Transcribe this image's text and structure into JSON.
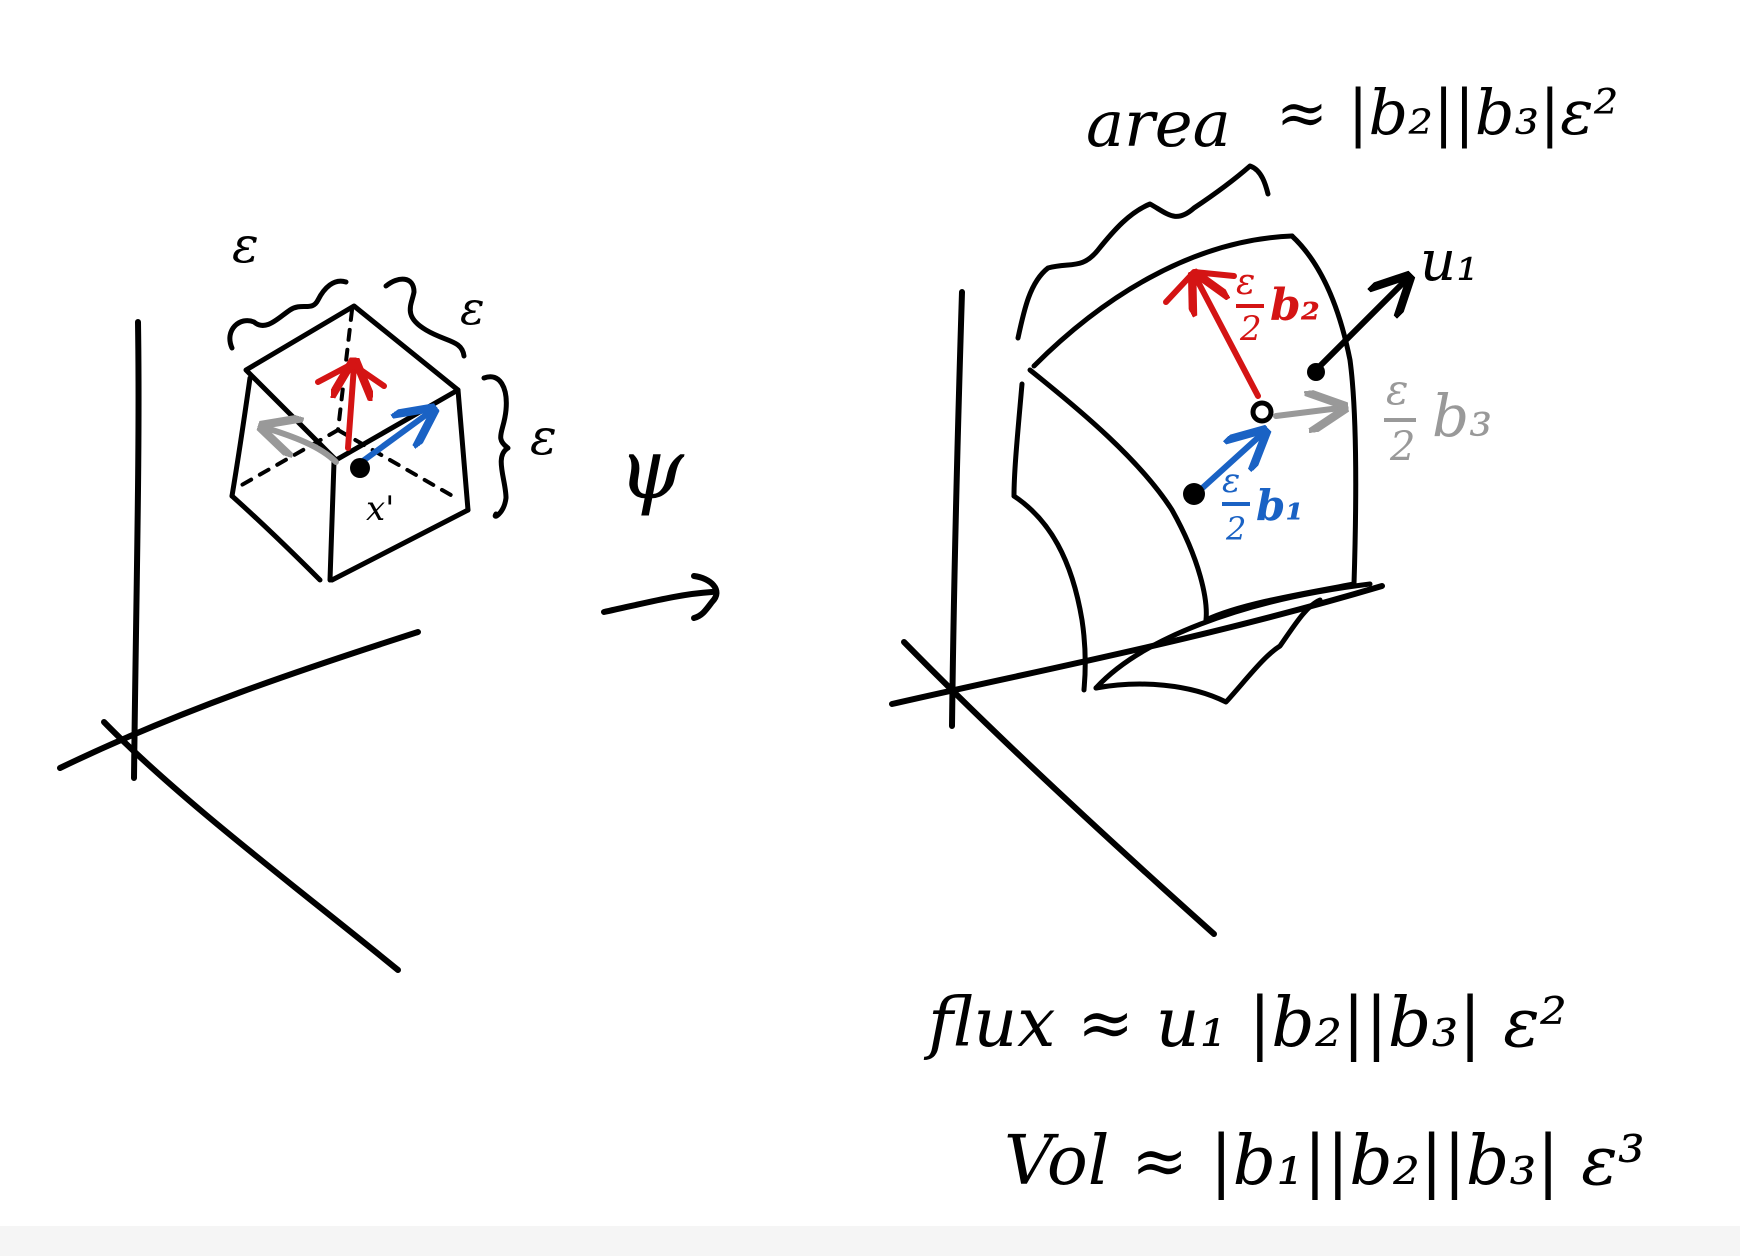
{
  "colors": {
    "ink": "#000000",
    "red": "#d41414",
    "blue": "#1a62c4",
    "gray": "#999999",
    "background": "#ffffff",
    "strip": "#f5f5f5"
  },
  "left": {
    "eps_top": "ε",
    "eps_right_upper": "ε",
    "eps_right": "ε",
    "point_label": "x'"
  },
  "map_symbol": "ψ",
  "right": {
    "area_word": "area",
    "area_rhs": "≈ |b₂||b₃|ε²",
    "u1": "u₁",
    "b2_num": "ε",
    "b2_den": "2",
    "b2_vec": "b₂",
    "b3_num": "ε",
    "b3_den": "2",
    "b3_vec": "b₃",
    "b1_num": "ε",
    "b1_den": "2",
    "b1_vec": "b₁"
  },
  "equations": {
    "flux": "flux ≈ u₁ |b₂||b₃| ε²",
    "vol": "Vol ≈ |b₁||b₂||b₃| ε³"
  }
}
